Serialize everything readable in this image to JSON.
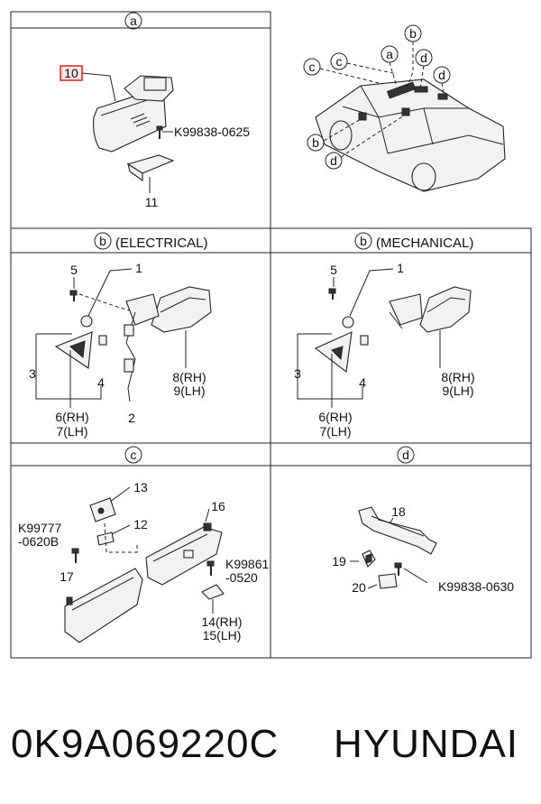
{
  "sections": {
    "a": {
      "circle": "a"
    },
    "car": {
      "circles": [
        "a",
        "b",
        "c",
        "c",
        "d",
        "d",
        "b",
        "d"
      ]
    },
    "b_electrical": {
      "circle": "b",
      "title": "(ELECTRICAL)"
    },
    "b_mechanical": {
      "circle": "b",
      "title": "(MECHANICAL)"
    },
    "c": {
      "circle": "c"
    },
    "d": {
      "circle": "d"
    }
  },
  "labels": {
    "a_10": "10",
    "a_k99838_0625": "K99838-0625",
    "a_11": "11",
    "be_1": "1",
    "be_2": "2",
    "be_3": "3",
    "be_4": "4",
    "be_5": "5",
    "be_6rh": "6(RH)",
    "be_7lh": "7(LH)",
    "be_8rh": "8(RH)",
    "be_9lh": "9(LH)",
    "bm_1": "1",
    "bm_3": "3",
    "bm_4": "4",
    "bm_5": "5",
    "bm_6rh": "6(RH)",
    "bm_7lh": "7(LH)",
    "bm_8rh": "8(RH)",
    "bm_9lh": "9(LH)",
    "c_13": "13",
    "c_12": "12",
    "c_16": "16",
    "c_17": "17",
    "c_k99777": "K99777",
    "c_0620b": "-0620B",
    "c_k99861": "K99861",
    "c_0520": "-0520",
    "c_14rh": "14(RH)",
    "c_15lh": "15(LH)",
    "d_18": "18",
    "d_19": "19",
    "d_20": "20",
    "d_k99838_0630": "K99838-0630"
  },
  "footer": {
    "part_number": "0K9A069220C",
    "brand": "HYUNDAI"
  }
}
